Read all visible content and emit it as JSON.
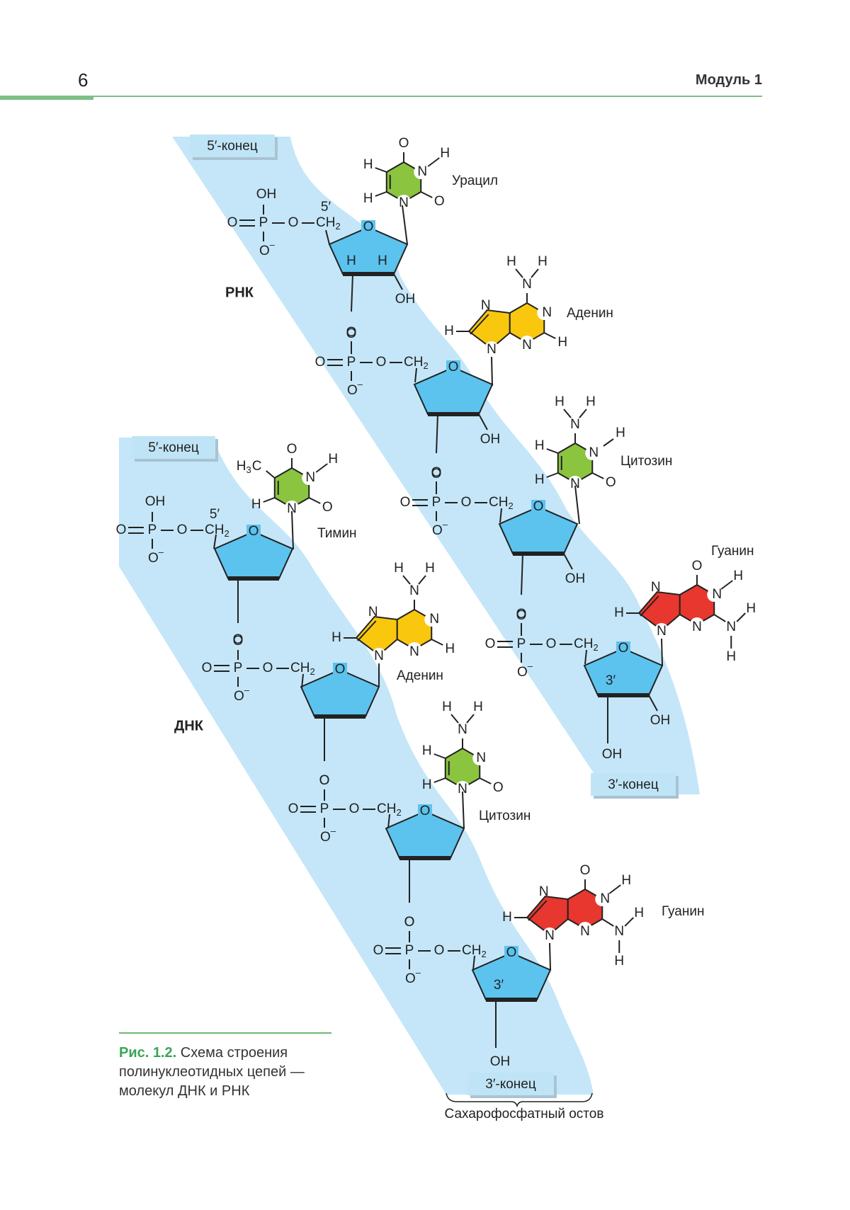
{
  "header": {
    "page_number": "6",
    "module": "Модуль 1"
  },
  "chains": {
    "rna_label": "РНК",
    "dna_label": "ДНК",
    "five_end": "5′-конец",
    "three_end": "3′-конец",
    "backbone": "Сахарофосфатный остов"
  },
  "bases": {
    "uracil": "Урацил",
    "adenine": "Аденин",
    "cytosine": "Цитозин",
    "guanine": "Гуанин",
    "thymine": "Тимин"
  },
  "caption": {
    "label": "Рис. 1.2.",
    "text": " Схема строения полинуклеотидных цепей — молекул ДНК и РНК"
  },
  "colors": {
    "strand_band": "#c4e6f8",
    "sugar": "#5cc3ee",
    "uracil": "#8bc43f",
    "cytosine": "#8bc43f",
    "thymine": "#8bc43f",
    "adenine": "#f9c80e",
    "guanine": "#e8372e",
    "accent": "#6cb86f"
  }
}
